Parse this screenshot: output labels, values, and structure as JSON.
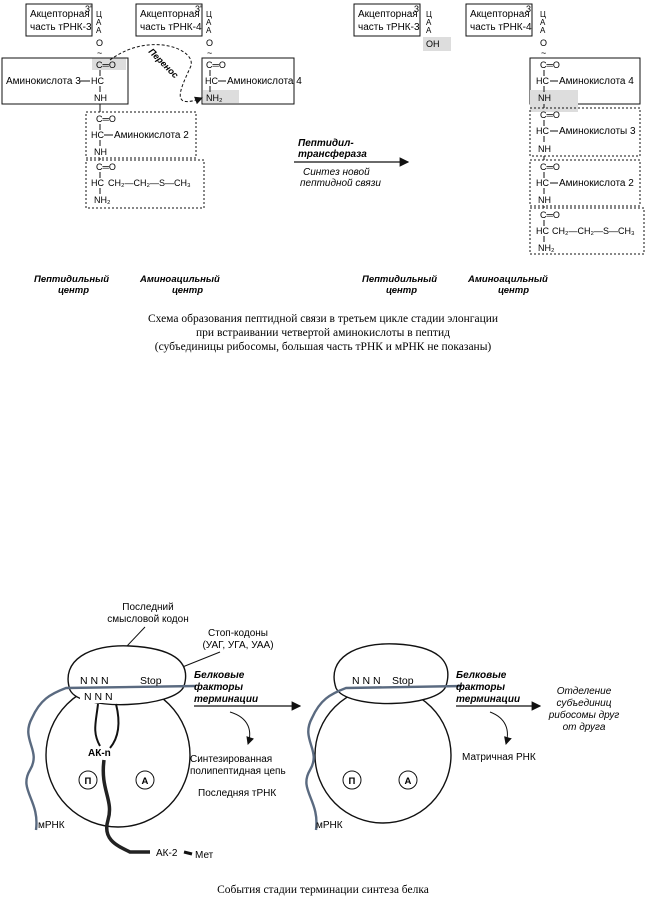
{
  "top": {
    "acceptor_label_l1": "Акцепторная",
    "acceptor_label_l2": "часть тРНК-3",
    "acceptor_label2_l2": "часть тРНК-4",
    "prime": "3'",
    "nucleotides": [
      "Ц",
      "А",
      "А"
    ],
    "O": "O",
    "OH": "OH",
    "CO": "C═O",
    "HC": "HC",
    "NH": "NH",
    "NH2": "NH₂",
    "aa3": "Аминокислота 3",
    "aa4": "Аминокислота 4",
    "aa2": "Аминокислота 2",
    "aa3_right": "Аминокислоты 3",
    "transfer": "Перенос",
    "side_chain": "CH₂—CH₂—S—CH₃",
    "enzyme_l1": "Пептидил-",
    "enzyme_l2": "трансфераза",
    "synth_l1": "Синтез новой",
    "synth_l2": "пептидной связи",
    "p_center_l1": "Пептидильный",
    "p_center_l2": "центр",
    "a_center_l1": "Аминоацильный",
    "a_center_l2": "центр",
    "caption": [
      "Схема образования пептидной связи в третьем цикле стадии элонгации",
      "при встраивании четвертой аминокислоты в пептид",
      "(субъединицы рибосомы, большая часть тРНК и мРНК не показаны)"
    ]
  },
  "bottom": {
    "last_codon_l1": "Последний",
    "last_codon_l2": "смысловой кодон",
    "stop_codons_l1": "Стоп-кодоны",
    "stop_codons_l2": "(УАГ, УГА, УАА)",
    "nnn": "N N N",
    "stop": "Stop",
    "nnn_small": "N N N",
    "factors_l1": "Белковые",
    "factors_l2": "факторы",
    "factors_l3": "терминации",
    "ak_n": "АК-n",
    "p": "П",
    "a": "А",
    "synth_chain_l1": "Синтезированная",
    "synth_chain_l2": "полипептидная цепь",
    "last_trna": "Последняя тРНК",
    "mrna": "мРНК",
    "ak2": "АК-2",
    "met": "Мет",
    "matrix_rna": "Матричная РНК",
    "separation_l1": "Отделение",
    "separation_l2": "субъединиц",
    "separation_l3": "рибосомы друг",
    "separation_l4": "от друга",
    "caption": "События стадии терминации синтеза белка"
  }
}
